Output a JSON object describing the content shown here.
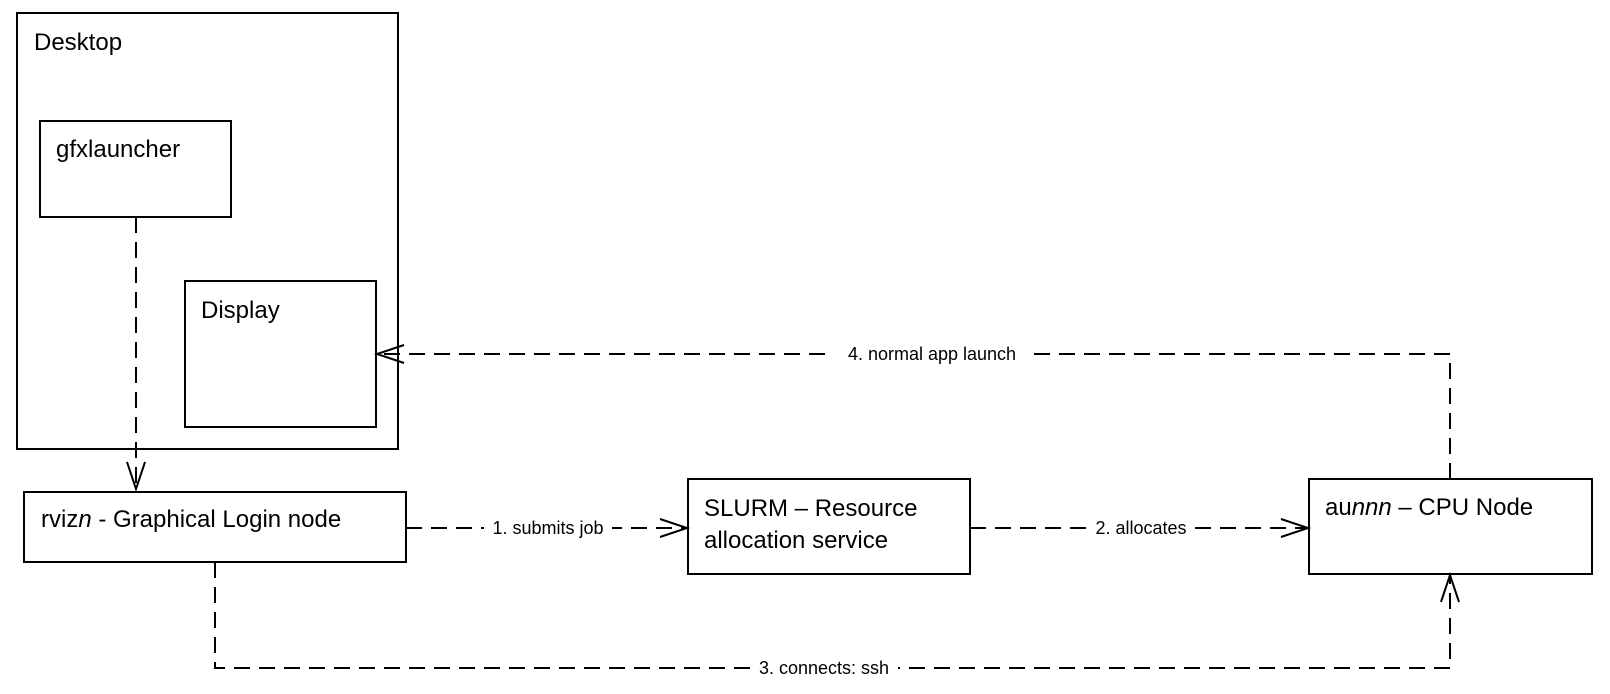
{
  "nodes": {
    "desktop": {
      "label": "Desktop"
    },
    "gfxlauncher": {
      "label": "gfxlauncher"
    },
    "display": {
      "label": "Display"
    },
    "login_node": {
      "label_prefix": "rviz",
      "label_italic": "n",
      "label_suffix": " - Graphical Login node"
    },
    "slurm": {
      "label_line1": "SLURM – Resource",
      "label_line2": "allocation service"
    },
    "cpu_node": {
      "label_prefix": "au",
      "label_italic": "nnn",
      "label_suffix": " – CPU Node"
    }
  },
  "edges": {
    "launch": {
      "label": ""
    },
    "submits": {
      "label": "1. submits job"
    },
    "allocates": {
      "label": "2. allocates"
    },
    "connects": {
      "label": "3. connects: ssh"
    },
    "app_launch": {
      "label": "4. normal app launch"
    }
  }
}
